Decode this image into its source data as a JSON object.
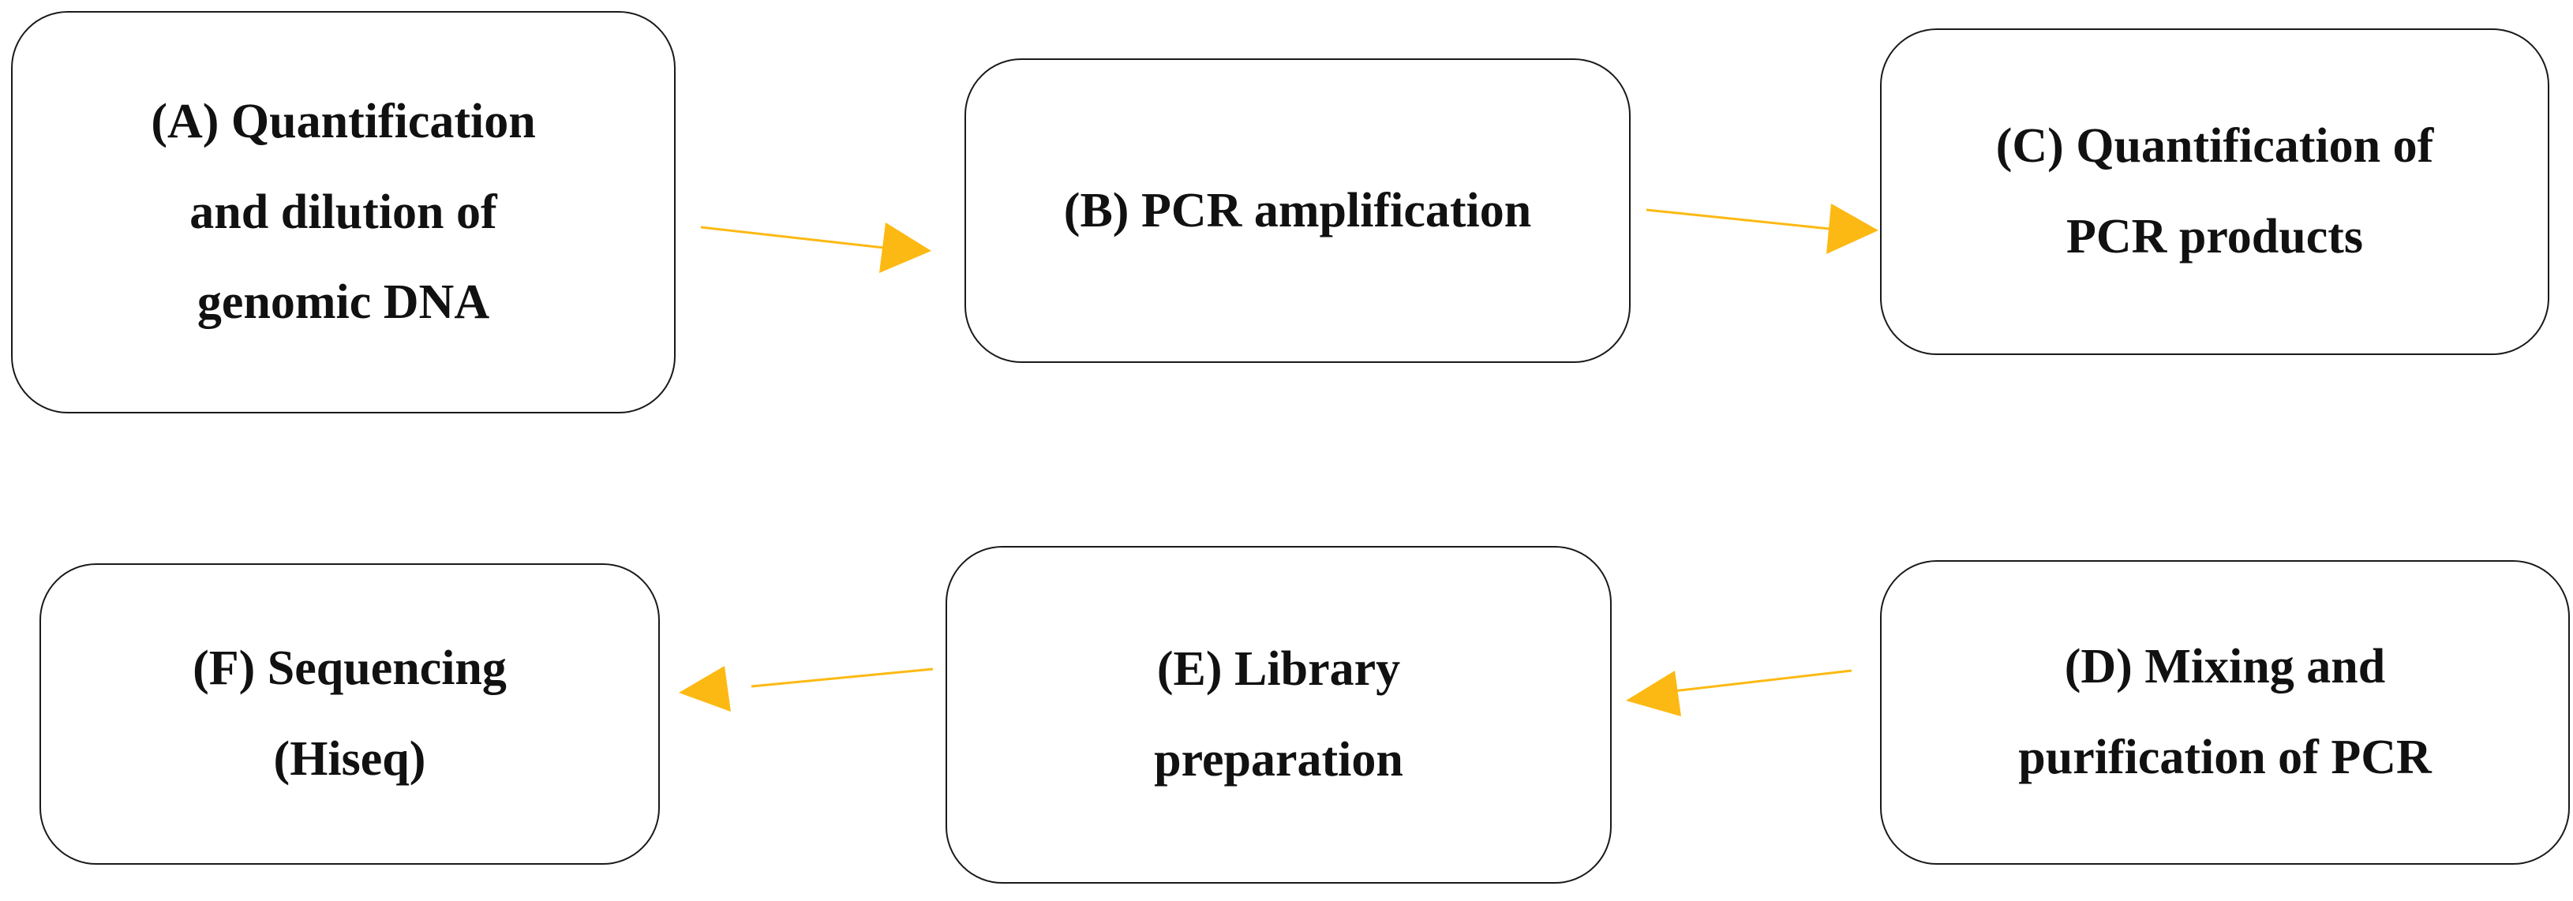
{
  "diagram": {
    "arrow_color": "#FDB913",
    "box_border_color": "#1a1a1a",
    "text_color": "#111111",
    "steps": [
      {
        "id": "A",
        "label": "(A) Quantification\nand dilution of\ngenomic DNA"
      },
      {
        "id": "B",
        "label": "(B) PCR amplification"
      },
      {
        "id": "C",
        "label": "(C) Quantification of\nPCR products"
      },
      {
        "id": "D",
        "label": "(D) Mixing and\npurification of PCR"
      },
      {
        "id": "E",
        "label": "(E) Library\npreparation"
      },
      {
        "id": "F",
        "label": "(F) Sequencing\n(Hiseq)"
      }
    ],
    "flow": [
      {
        "from": "A",
        "to": "B"
      },
      {
        "from": "B",
        "to": "C"
      },
      {
        "from": "D",
        "to": "E"
      },
      {
        "from": "E",
        "to": "F"
      }
    ]
  }
}
